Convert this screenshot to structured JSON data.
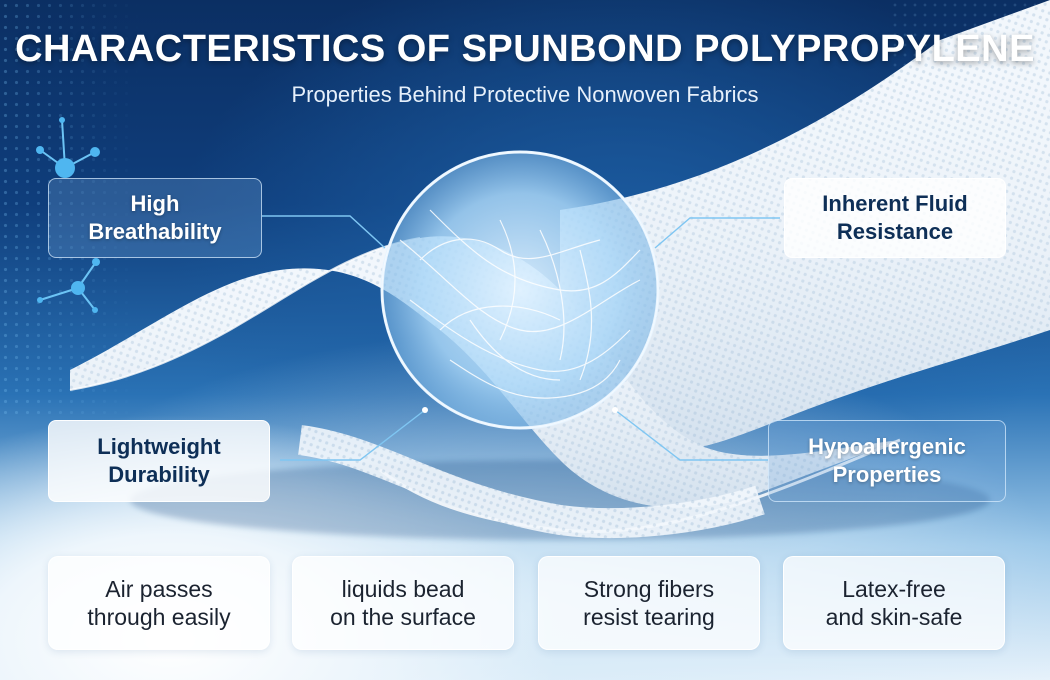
{
  "header": {
    "title": "CHARACTERISTICS OF SPUNBOND POLYPROPYLENE",
    "subtitle": "Properties Behind Protective Nonwoven Fabrics"
  },
  "features": [
    {
      "name": "high-breathability",
      "label": "High\nBreathability"
    },
    {
      "name": "fluid-resistance",
      "label": "Inherent Fluid\nResistance"
    },
    {
      "name": "lightweight-durability",
      "label": "Lightweight\nDurability"
    },
    {
      "name": "hypoallergenic",
      "label": "Hypoallergenic\nProperties"
    }
  ],
  "descriptions": [
    "Air passes\nthrough easily",
    "liquids bead\non the surface",
    "Strong fibers\nresist tearing",
    "Latex-free\nand skin-safe"
  ],
  "colors": {
    "background_top": "#0b2f63",
    "background_bottom": "#e7f2fb",
    "accent": "#4fb6f0",
    "fabric": "#f4f8fc"
  }
}
